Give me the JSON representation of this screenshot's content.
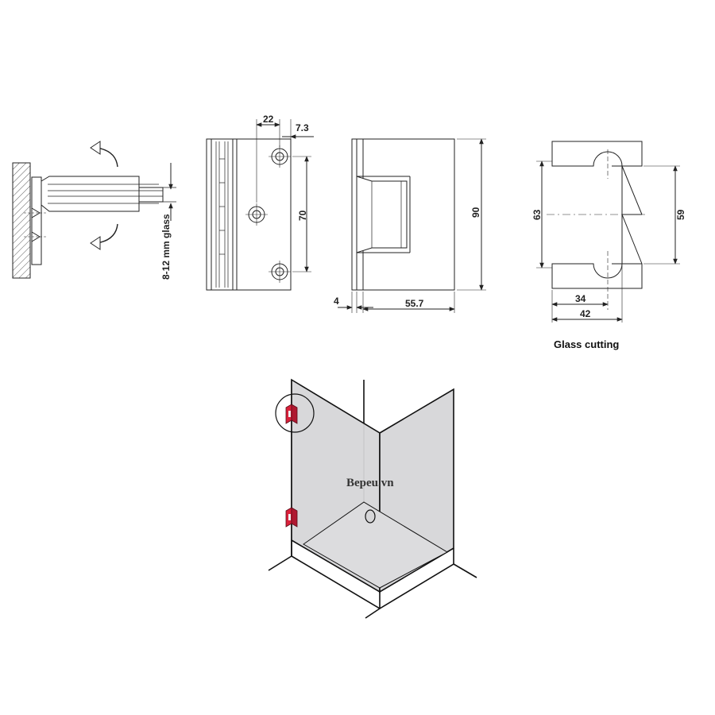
{
  "hinge_side_view": {
    "glass_label": "8-12 mm glass"
  },
  "hinge_front_view": {
    "dim_top_left": "22",
    "dim_top_right": "7.3",
    "dim_height": "70"
  },
  "hinge_profile_view": {
    "dim_height": "90",
    "dim_plate": "4",
    "dim_depth": "55.7"
  },
  "glass_cutting": {
    "title": "Glass cutting",
    "dim_outer_height": "63",
    "dim_inner_height": "59",
    "dim_inner_width": "34",
    "dim_outer_width": "42"
  },
  "installation": {
    "watermark": "Bepeu.vn",
    "accent_color": "#d9203a",
    "glass_color": "#d6d6d8"
  }
}
